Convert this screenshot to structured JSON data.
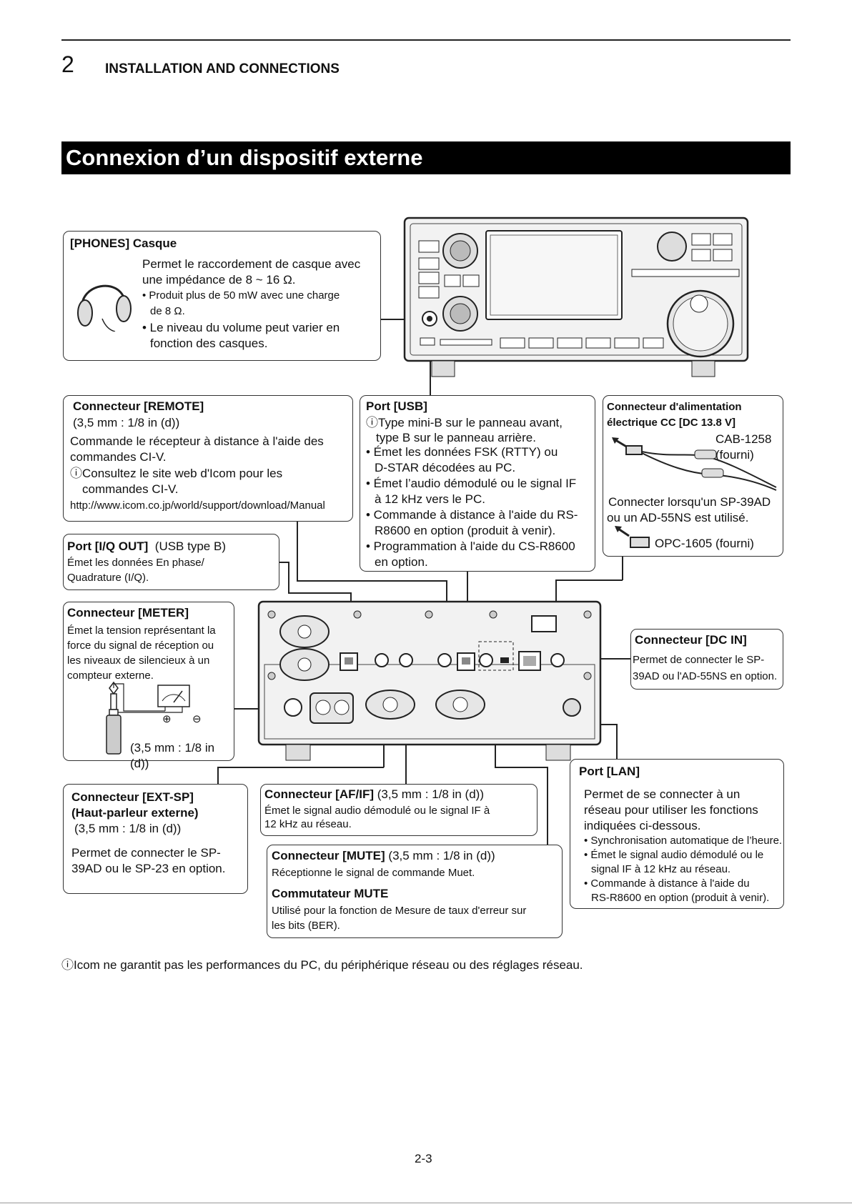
{
  "header": {
    "chapter_number": "2",
    "chapter_title": "INSTALLATION AND CONNECTIONS"
  },
  "section_title": "Connexion d’un dispositif externe",
  "phones": {
    "title": "[PHONES] Casque",
    "line1": "Permet le raccordement de casque avec",
    "line2": "une impédance de 8 ~ 16  Ω.",
    "b1a": "• Produit plus de 50 mW avec une charge",
    "b1b": "de 8 Ω.",
    "b2a": "• Le niveau du volume peut varier en",
    "b2b": "fonction des casques."
  },
  "remote": {
    "title": "Connecteur [REMOTE]",
    "spec": "(3,5 mm : 1/8 in (d))",
    "l1": "Commande le récepteur à distance à l'aide des",
    "l2": "commandes CI-V.",
    "l3": "ⓘConsultez le site web d'Icom pour les",
    "l4": "commandes CI-V.",
    "url": "http://www.icom.co.jp/world/support/download/Manual"
  },
  "usb": {
    "title": "Port [USB]",
    "l1": "ⓘType mini-B sur le panneau avant,",
    "l2": "type B sur le panneau arrière.",
    "l3": "• Émet les données FSK (RTTY) ou",
    "l4": "D-STAR décodées au PC.",
    "l5": "• Émet l’audio démodulé ou le signal IF",
    "l6": "à 12 kHz vers le PC.",
    "l7": "• Commande à distance à l'aide du RS-",
    "l8": "R8600 en option (produit à venir).",
    "l9": "• Programmation à l'aide du CS-R8600",
    "l10": "en option."
  },
  "dcpower": {
    "title1": "Connecteur d'alimentation",
    "title2": "électrique CC [DC 13.8 V]",
    "cab1": "CAB-1258",
    "cab2": "(fourni)",
    "l1": "Connecter lorsqu'un SP-39AD",
    "l2": "ou un AD-55NS est utilisé.",
    "opc": "OPC-1605 (fourni)"
  },
  "iq": {
    "title": "Port [I/Q OUT]",
    "spec": "(USB type B)",
    "l1": "Émet les données En phase/",
    "l2": "Quadrature (I/Q)."
  },
  "meter": {
    "title": "Connecteur [METER]",
    "l1": "Émet la tension représentant la",
    "l2": "force du signal de réception ou",
    "l3": "les niveaux de silencieux à un",
    "l4": "compteur externe.",
    "plus": "⊕",
    "minus": "⊖",
    "spec": "(3,5 mm : 1/8 in (d))"
  },
  "dcin": {
    "title": "Connecteur [DC IN]",
    "l1": "Permet de connecter le SP-",
    "l2": "39AD ou l'AD-55NS en option."
  },
  "extsp": {
    "title1": "Connecteur [EXT-SP]",
    "title2": "(Haut-parleur externe)",
    "spec": "(3,5 mm : 1/8 in (d))",
    "l1": "Permet de connecter le SP-",
    "l2": "39AD ou le SP-23 en option."
  },
  "afif": {
    "title": "Connecteur [AF/IF]",
    "spec": "(3,5 mm : 1/8 in (d))",
    "l1": "Émet le signal audio démodulé ou le signal IF à",
    "l2": "12 kHz au réseau."
  },
  "mute": {
    "title": "Connecteur [MUTE]",
    "spec": "(3,5 mm : 1/8 in (d))",
    "l1": "Réceptionne le signal de commande Muet.",
    "sw_title": "Commutateur MUTE",
    "l2": "Utilisé pour la fonction de Mesure de taux d'erreur sur",
    "l3": "les bits (BER)."
  },
  "lan": {
    "title": "Port [LAN]",
    "l1": "Permet de se connecter à un",
    "l2": "réseau pour utiliser les fonctions",
    "l3": "indiquées ci-dessous.",
    "b1": "• Synchronisation automatique de l’heure.",
    "b2a": "• Émet le signal audio démodulé ou le",
    "b2b": "signal IF à 12 kHz au réseau.",
    "b3a": "• Commande à distance à l'aide du",
    "b3b": "RS-R8600 en option (produit à venir)."
  },
  "footer_note": "ⓘIcom ne garantit pas les performances du PC, du périphérique réseau ou des réglages réseau.",
  "page_number": "2-3"
}
